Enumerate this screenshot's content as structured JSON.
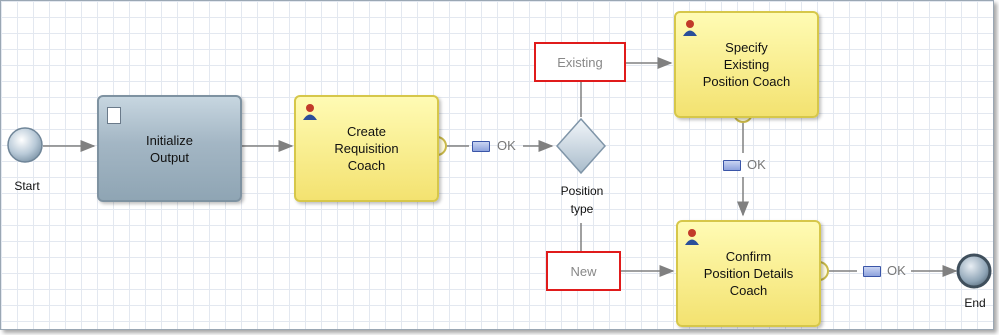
{
  "nodes": {
    "start": "Start",
    "end": "End",
    "initialize": "Initialize\nOutput",
    "create": "Create\nRequisition\nCoach",
    "specify": "Specify\nExisting\nPosition Coach",
    "confirm": "Confirm\nPosition Details\nCoach",
    "gateway": "Position\ntype"
  },
  "flows": {
    "existing": "Existing",
    "new": "New",
    "ok1": "OK",
    "ok2": "OK",
    "ok3": "OK"
  },
  "colors": {
    "task_border": "#d6c74a",
    "highlight": "#e01b1b",
    "connector": "#808080"
  }
}
